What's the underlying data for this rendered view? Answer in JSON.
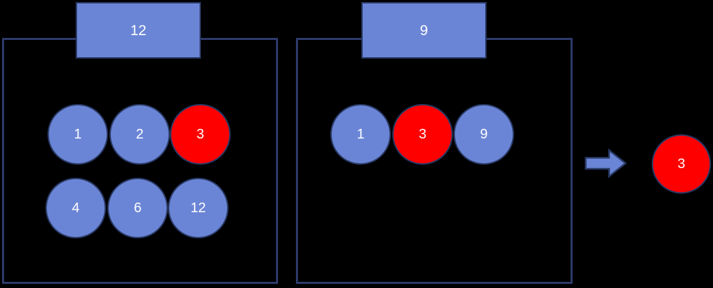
{
  "diagram": {
    "type": "graph-merge-illustration",
    "background_color": "#000000",
    "palette": {
      "node_blue": "#6B85D6",
      "node_red": "#FF0000",
      "stroke_navy": "#2A3A66",
      "panel_border": "#2E3A6B",
      "label_text": "#FFFFFF"
    },
    "panels": [
      {
        "id": "left-panel",
        "header_label": "12",
        "rows": [
          {
            "id": "left-row-top",
            "nodes": [
              {
                "label": "1",
                "color": "blue"
              },
              {
                "label": "2",
                "color": "blue"
              },
              {
                "label": "3",
                "color": "red"
              }
            ]
          },
          {
            "id": "left-row-bottom",
            "nodes": [
              {
                "label": "4",
                "color": "blue"
              },
              {
                "label": "6",
                "color": "blue"
              },
              {
                "label": "12",
                "color": "blue"
              }
            ]
          }
        ]
      },
      {
        "id": "right-panel",
        "header_label": "9",
        "rows": [
          {
            "id": "right-row-top",
            "nodes": [
              {
                "label": "1",
                "color": "blue"
              },
              {
                "label": "3",
                "color": "red"
              },
              {
                "label": "9",
                "color": "blue"
              }
            ]
          }
        ]
      }
    ],
    "arrow": {
      "icon": "arrow-right-icon",
      "color": "#6B85D6",
      "stroke": "#2A3A66"
    },
    "result": {
      "label": "3",
      "color": "red"
    }
  }
}
